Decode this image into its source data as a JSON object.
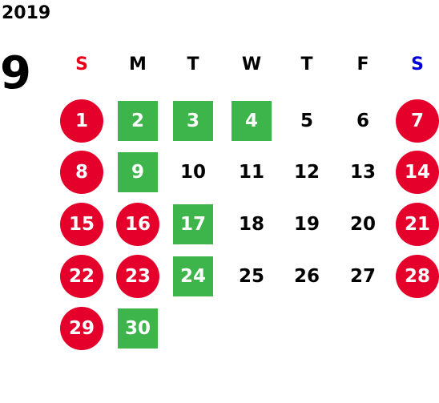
{
  "calendar": {
    "year": "2019",
    "month": "9",
    "weekdays": [
      {
        "label": "S",
        "color": "#e8001c"
      },
      {
        "label": "M",
        "color": "#000000"
      },
      {
        "label": "T",
        "color": "#000000"
      },
      {
        "label": "W",
        "color": "#000000"
      },
      {
        "label": "T",
        "color": "#000000"
      },
      {
        "label": "F",
        "color": "#000000"
      },
      {
        "label": "S",
        "color": "#0000dd"
      }
    ],
    "colors": {
      "holiday_circle": "#e4002b",
      "highlight_square": "#3db54a",
      "plain_text": "#000000"
    },
    "weeks": [
      [
        {
          "day": "1",
          "style": "holiday"
        },
        {
          "day": "2",
          "style": "highlight"
        },
        {
          "day": "3",
          "style": "highlight"
        },
        {
          "day": "4",
          "style": "highlight"
        },
        {
          "day": "5",
          "style": "plain"
        },
        {
          "day": "6",
          "style": "plain"
        },
        {
          "day": "7",
          "style": "holiday"
        }
      ],
      [
        {
          "day": "8",
          "style": "holiday"
        },
        {
          "day": "9",
          "style": "highlight"
        },
        {
          "day": "10",
          "style": "plain"
        },
        {
          "day": "11",
          "style": "plain"
        },
        {
          "day": "12",
          "style": "plain"
        },
        {
          "day": "13",
          "style": "plain"
        },
        {
          "day": "14",
          "style": "holiday"
        }
      ],
      [
        {
          "day": "15",
          "style": "holiday"
        },
        {
          "day": "16",
          "style": "holiday"
        },
        {
          "day": "17",
          "style": "highlight"
        },
        {
          "day": "18",
          "style": "plain"
        },
        {
          "day": "19",
          "style": "plain"
        },
        {
          "day": "20",
          "style": "plain"
        },
        {
          "day": "21",
          "style": "holiday"
        }
      ],
      [
        {
          "day": "22",
          "style": "holiday"
        },
        {
          "day": "23",
          "style": "holiday"
        },
        {
          "day": "24",
          "style": "highlight"
        },
        {
          "day": "25",
          "style": "plain"
        },
        {
          "day": "26",
          "style": "plain"
        },
        {
          "day": "27",
          "style": "plain"
        },
        {
          "day": "28",
          "style": "holiday"
        }
      ],
      [
        {
          "day": "29",
          "style": "holiday"
        },
        {
          "day": "30",
          "style": "highlight"
        }
      ]
    ]
  }
}
